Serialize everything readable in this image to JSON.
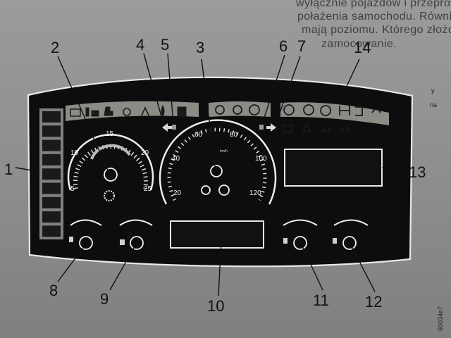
{
  "page_text": {
    "line_1": "wyłącznie pojazdów i przeprowadzania",
    "line_2": "połażenia samochodu. Również także prawo",
    "line_3": "mają poziomu. Którego złożone zamocowane",
    "line_4": "zamocowanie."
  },
  "page_text_right": {
    "line_5": "y",
    "line_6": "na"
  },
  "figure_code": "60034e7",
  "callouts": [
    {
      "number": "1"
    },
    {
      "number": "2"
    },
    {
      "number": "3"
    },
    {
      "number": "4"
    },
    {
      "number": "5"
    },
    {
      "number": "6"
    },
    {
      "number": "7"
    },
    {
      "number": "8"
    },
    {
      "number": "9"
    },
    {
      "number": "10"
    },
    {
      "number": "11"
    },
    {
      "number": "12"
    },
    {
      "number": "13"
    },
    {
      "number": "14"
    }
  ],
  "rev_gauge": {
    "labels": [
      "5",
      "10",
      "15",
      "20",
      "25"
    ]
  },
  "speed_gauge": {
    "labels": [
      "20",
      "40",
      "60",
      "80",
      "100",
      "120"
    ]
  },
  "small_gauges": [
    {
      "low": "",
      "high": ""
    },
    {
      "low": "",
      "high": ""
    },
    {
      "low": "",
      "high": ""
    },
    {
      "low": "",
      "high": ""
    }
  ],
  "colors": {
    "panel": "#0c0c0c",
    "warning_strip": "#8a8d85",
    "display": "#111111",
    "led_bar": "#1a1a1a",
    "paper": "#8d8f8e"
  }
}
